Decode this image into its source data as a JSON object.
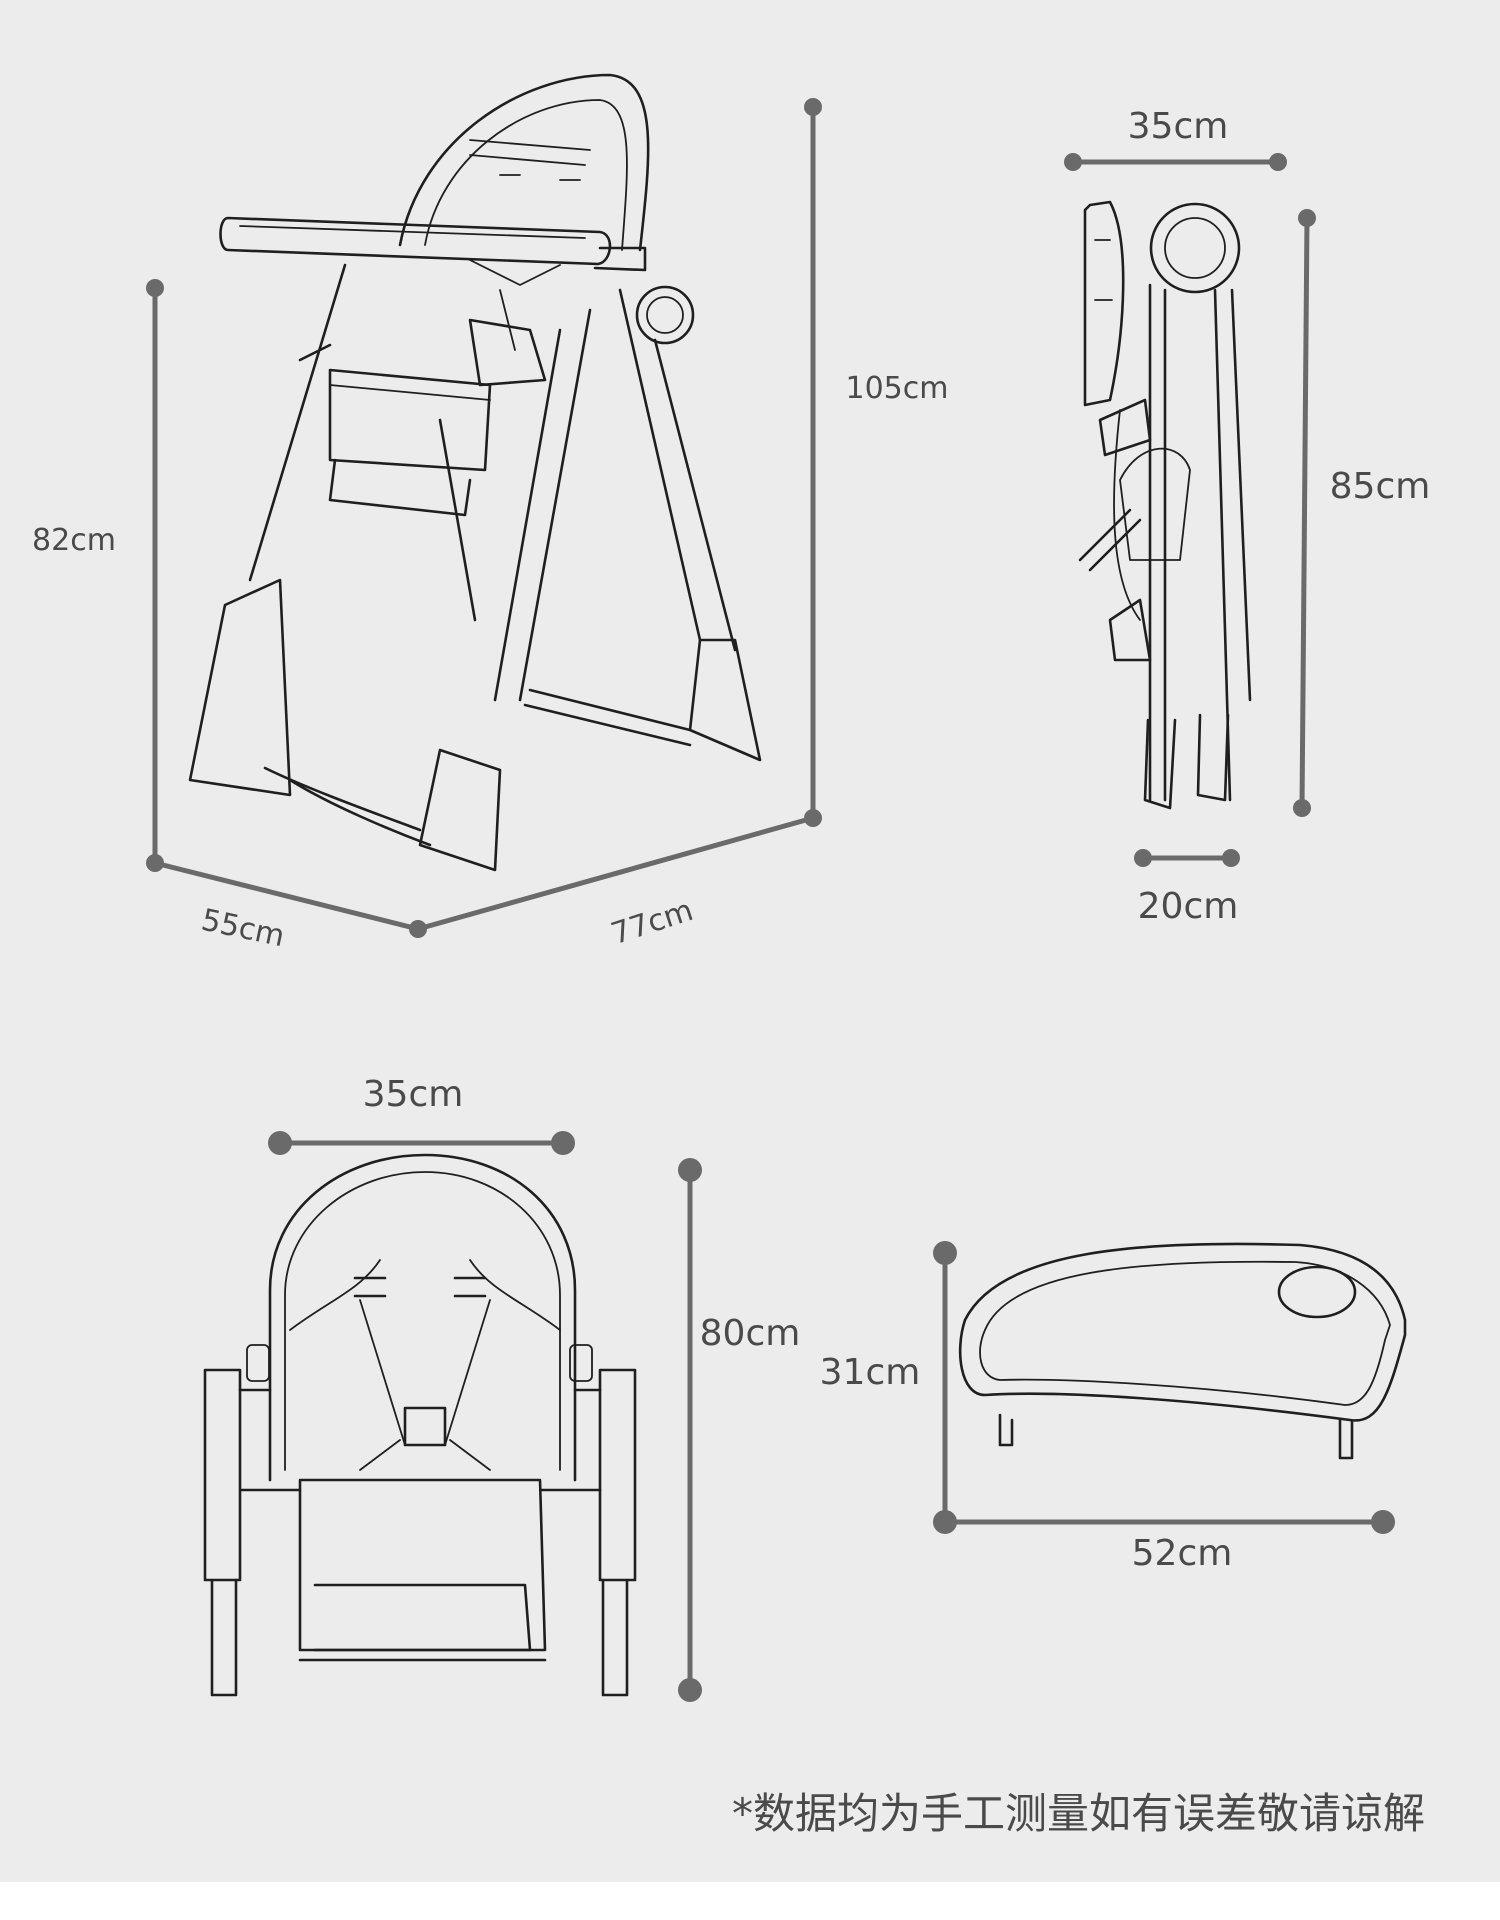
{
  "dimensions": {
    "full_chair": {
      "height_total": "105cm",
      "height_seat": "82cm",
      "depth": "55cm",
      "length": "77cm"
    },
    "folded": {
      "width_top": "35cm",
      "height": "85cm",
      "thickness": "20cm"
    },
    "front": {
      "width": "35cm",
      "height": "80cm"
    },
    "tray": {
      "depth": "31cm",
      "width": "52cm"
    }
  },
  "footnote": "*数据均为手工测量如有误差敬请谅解",
  "colors": {
    "background": "#ececec",
    "line_art": "#1f1f1f",
    "dimension_marker": "#6a6a6a",
    "label_text": "#4a4a4a"
  }
}
